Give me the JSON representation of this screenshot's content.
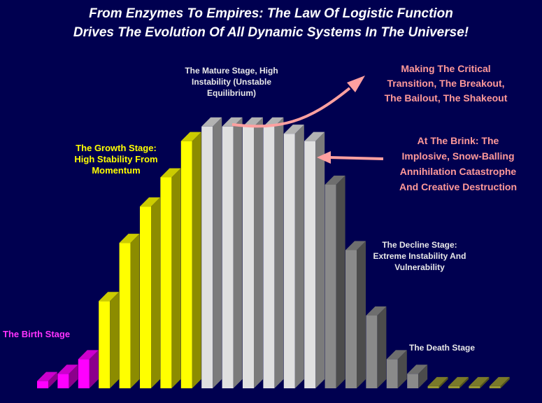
{
  "title": {
    "line1": "From Enzymes To Empires: The Law Of Logistic Function",
    "line2": "Drives The Evolution Of All Dynamic Systems In The Universe!"
  },
  "annotations": {
    "mature": [
      "The Mature Stage, High",
      "Instability (Unstable",
      "Equilibrium)"
    ],
    "growth": [
      "The Growth Stage:",
      "High Stability From",
      "Momentum"
    ],
    "transition": [
      "Making The Critical",
      "Transition, The Breakout,",
      "The Bailout, The Shakeout"
    ],
    "brink": [
      "At The Brink: The",
      "Implosive, Snow-Balling",
      "Annihilation Catastrophe",
      "And Creative Destruction"
    ],
    "decline": [
      "The Decline Stage:",
      "Extreme Instability And",
      "Vulnerability"
    ],
    "birth": "The Birth Stage",
    "death": "The Death Stage"
  },
  "colors": {
    "background": "#000050",
    "birth": "#ff00ff",
    "growth": "#ffff00",
    "mature": "#e0e0e0",
    "decline": "#8a8a8a",
    "death": "#999933",
    "arrow": "#ffa0a0"
  },
  "chart_data": {
    "type": "bar",
    "style": "3d",
    "categories": [],
    "values": [
      1,
      2,
      4,
      12,
      20,
      25,
      29,
      34,
      36,
      36,
      36,
      36,
      35,
      34,
      28,
      19,
      10,
      4,
      2,
      0.3,
      0.3,
      0.3,
      0.3
    ],
    "stages": [
      "birth",
      "birth",
      "birth",
      "growth",
      "growth",
      "growth",
      "growth",
      "growth",
      "mature",
      "mature",
      "mature",
      "mature",
      "mature",
      "mature",
      "decline",
      "decline",
      "decline",
      "decline",
      "decline",
      "death",
      "death",
      "death",
      "death"
    ],
    "ylim": [
      0,
      38
    ],
    "grid": false,
    "legend": "none"
  }
}
